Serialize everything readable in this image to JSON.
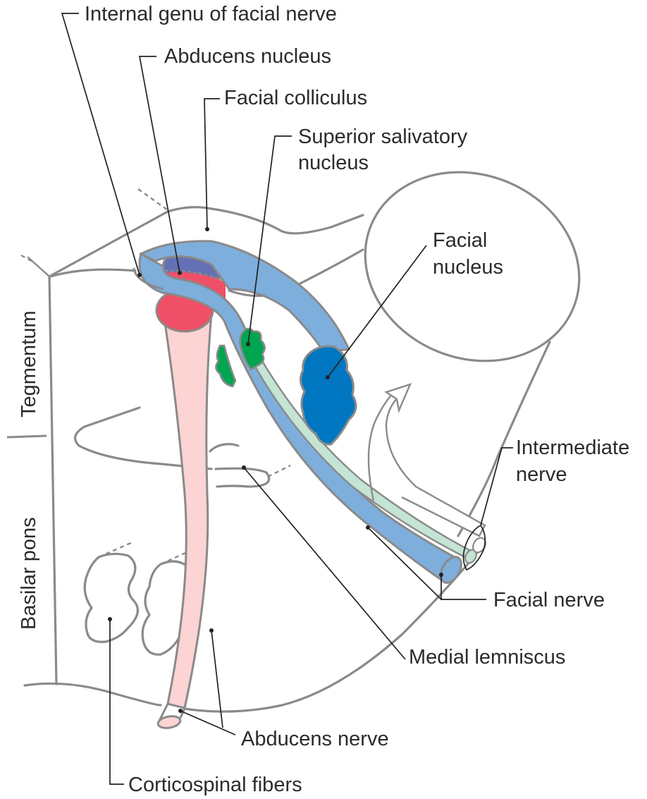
{
  "figure": {
    "title": "Facial nerve anatomy in the pons",
    "colors": {
      "facial_nerve": "#7eaedc",
      "abducens_nucleus_upper": "#6470b4",
      "abducens_nucleus_lower": "#ef5068",
      "abducens_nerve": "#fbd4d3",
      "superior_salivatory_nucleus": "#00a550",
      "facial_nucleus": "#0077c0",
      "intermediate_nerve": "#c4e4d4",
      "outline": "#8a8a8a",
      "leader": "#222222"
    },
    "labels": {
      "internal_genu": "Internal genu of facial nerve",
      "abducens_nucleus": "Abducens nucleus",
      "facial_colliculus": "Facial colliculus",
      "superior_salivatory_line1": "Superior salivatory",
      "superior_salivatory_line2": "nucleus",
      "facial_nucleus_line1": "Facial",
      "facial_nucleus_line2": "nucleus",
      "intermediate_nerve_line1": "Intermediate",
      "intermediate_nerve_line2": "nerve",
      "facial_nerve": "Facial nerve",
      "medial_lemniscus": "Medial lemniscus",
      "abducens_nerve": "Abducens nerve",
      "corticospinal_fibers": "Corticospinal fibers",
      "tegmentum": "Tegmentum",
      "basilar_pons": "Basilar pons"
    }
  }
}
